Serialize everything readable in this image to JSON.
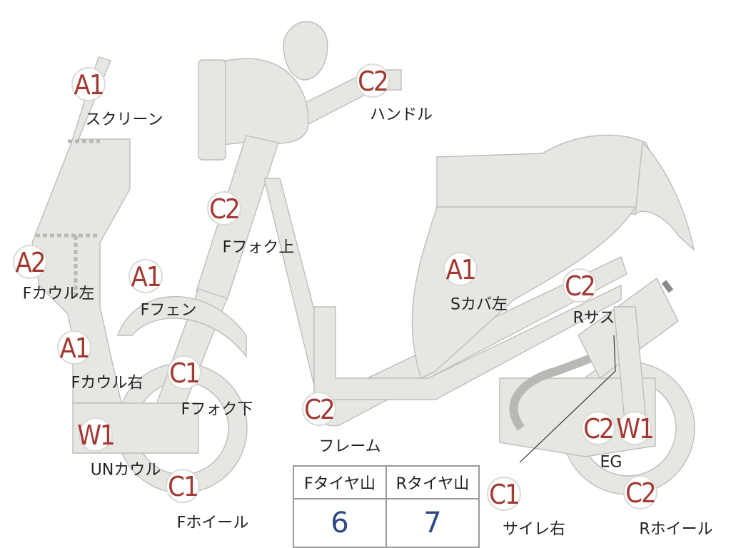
{
  "parts": [
    {
      "code": "A1",
      "label": "スクリーン"
    },
    {
      "code": "C2",
      "label": "ハンドル"
    },
    {
      "code": "C2",
      "label": "Fフォク上"
    },
    {
      "code": "A2",
      "label": "Fカウル左"
    },
    {
      "code": "A1",
      "label": "Fフェン"
    },
    {
      "code": "A1",
      "label": "Sカバ左"
    },
    {
      "code": "C2",
      "label": "Rサス"
    },
    {
      "code": "A1",
      "label": "Fカウル右"
    },
    {
      "code": "C1",
      "label": "Fフォク下"
    },
    {
      "code": "C2",
      "label": "フレーム"
    },
    {
      "code": "W1",
      "label": "UNカウル"
    },
    {
      "code": "C1",
      "label": "Fホイール"
    },
    {
      "code": "C2",
      "label": "EG"
    },
    {
      "code": "W1",
      "label": ""
    },
    {
      "code": "C1",
      "label": "サイレ右"
    },
    {
      "code": "C2",
      "label": "Rホイール"
    }
  ],
  "tread": {
    "front_header": "Fタイヤ山",
    "rear_header": "Rタイヤ山",
    "front_value": "6",
    "rear_value": "7"
  },
  "colors": {
    "part_fill": "#e6e6e3",
    "badge_text": "#a23a33",
    "value_text": "#2f4a86"
  }
}
